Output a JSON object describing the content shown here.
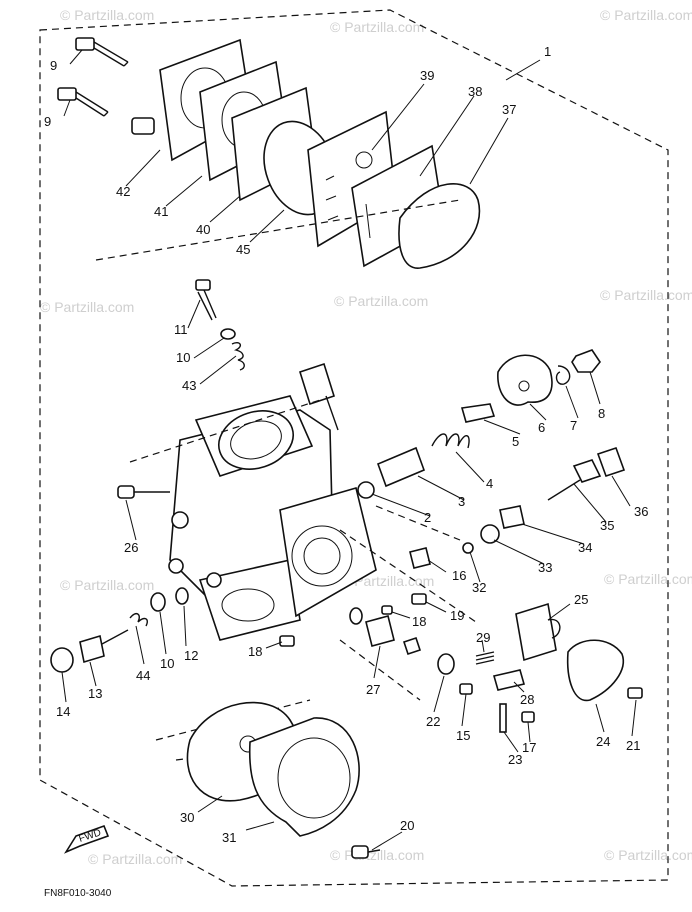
{
  "diagram": {
    "drawing_code": "FN8F010-3040",
    "fwd_label": "FWD",
    "watermark": "© Partzilla.com",
    "callouts": [
      "9",
      "9",
      "42",
      "41",
      "40",
      "45",
      "39",
      "38",
      "37",
      "1",
      "11",
      "10",
      "43",
      "8",
      "7",
      "6",
      "5",
      "4",
      "3",
      "36",
      "2",
      "35",
      "34",
      "26",
      "33",
      "16",
      "32",
      "25",
      "19",
      "18",
      "29",
      "18",
      "27",
      "28",
      "12",
      "10",
      "44",
      "13",
      "14",
      "22",
      "15",
      "17",
      "23",
      "24",
      "21",
      "30",
      "20",
      "31"
    ]
  }
}
